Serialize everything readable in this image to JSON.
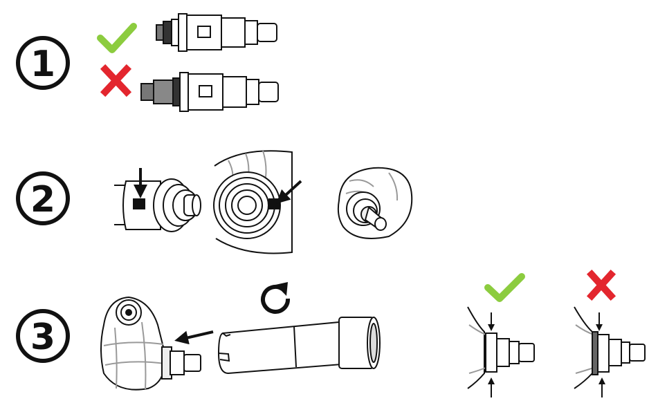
{
  "steps": [
    {
      "number": "1"
    },
    {
      "number": "2"
    },
    {
      "number": "3"
    }
  ],
  "colors": {
    "ok": "#8ccc3f",
    "bad": "#e3262e",
    "line": "#111111",
    "shade": "#777777",
    "dark": "#333333"
  },
  "icons": {
    "ok": "check-mark-icon",
    "bad": "cross-mark-icon",
    "rotate": "rotate-clockwise-icon",
    "arrow": "arrow-icon"
  }
}
